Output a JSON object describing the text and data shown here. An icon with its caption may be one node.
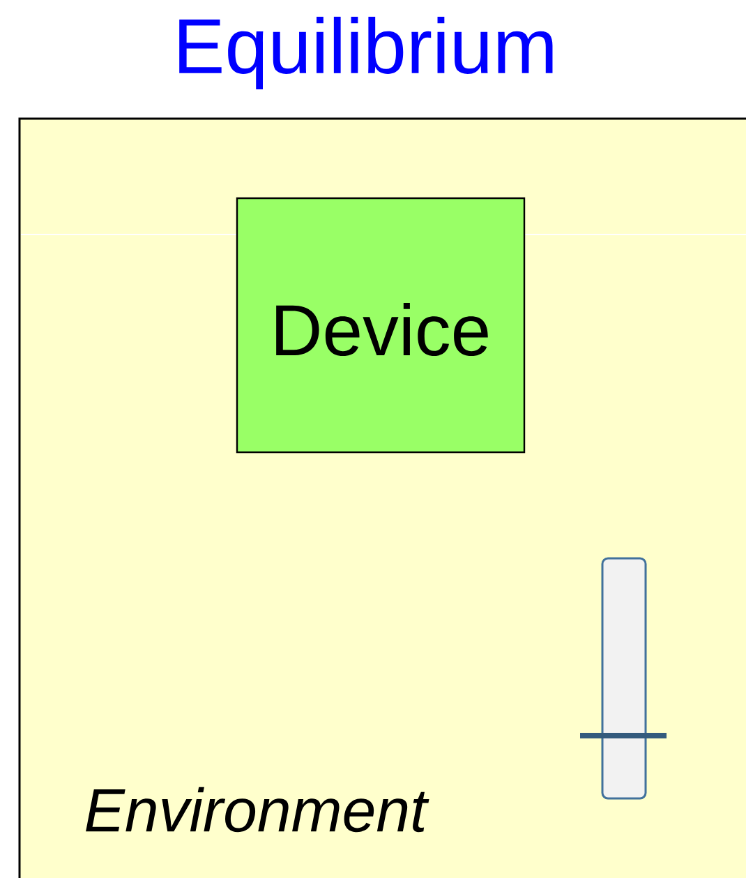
{
  "diagram": {
    "title": "Equilibrium",
    "nodes": [
      {
        "text": [
          "Environment"
        ]
      },
      {
        "text": [
          "Device"
        ],
        "in": 0
      }
    ]
  }
}
